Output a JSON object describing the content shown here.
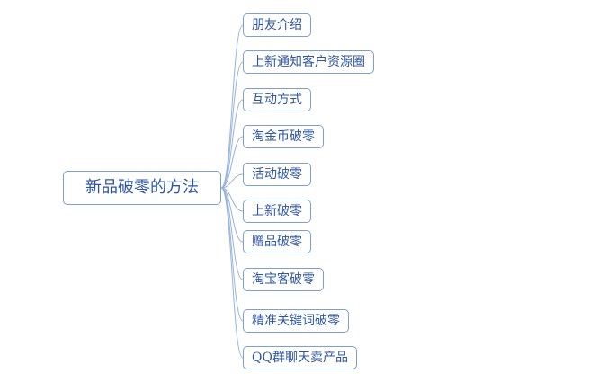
{
  "root": {
    "label": "新品破零的方法"
  },
  "children": [
    {
      "label": "朋友介绍"
    },
    {
      "label": "上新通知客户资源圈"
    },
    {
      "label": "互动方式"
    },
    {
      "label": "淘金币破零"
    },
    {
      "label": "活动破零"
    },
    {
      "label": "上新破零"
    },
    {
      "label": "赠品破零"
    },
    {
      "label": "淘宝客破零"
    },
    {
      "label": "精准关键词破零"
    },
    {
      "label": "QQ群聊天卖产品"
    }
  ],
  "colors": {
    "node_border": "#7da0d0",
    "node_text": "#2e55a3",
    "connector": "#96b3dc",
    "background": "#ffffff"
  }
}
